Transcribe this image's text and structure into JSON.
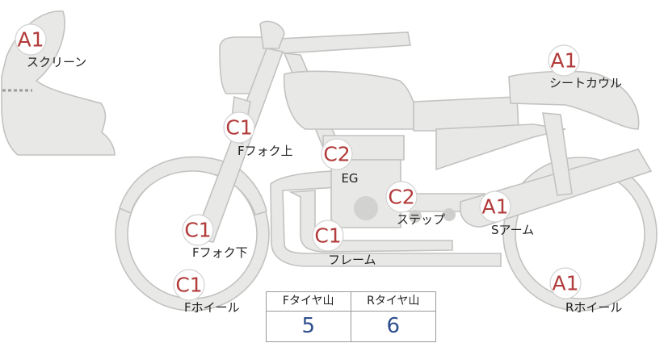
{
  "parts": [
    {
      "id": "screen",
      "grade": "A1",
      "label": "スクリーン"
    },
    {
      "id": "seat-cowl",
      "grade": "A1",
      "label": "シートカウル"
    },
    {
      "id": "fork-upper",
      "grade": "C1",
      "label": "Fフォク上"
    },
    {
      "id": "engine",
      "grade": "C2",
      "label": "EG"
    },
    {
      "id": "step",
      "grade": "C2",
      "label": "ステップ"
    },
    {
      "id": "swingarm",
      "grade": "A1",
      "label": "Sアーム"
    },
    {
      "id": "fork-lower",
      "grade": "C1",
      "label": "Fフォク下"
    },
    {
      "id": "frame",
      "grade": "C1",
      "label": "フレーム"
    },
    {
      "id": "front-wheel",
      "grade": "C1",
      "label": "Fホイール"
    },
    {
      "id": "rear-wheel",
      "grade": "A1",
      "label": "Rホイール"
    }
  ],
  "tread": {
    "front_label": "Fタイヤ山",
    "rear_label": "Rタイヤ山",
    "front_value": "5",
    "rear_value": "6"
  },
  "colors": {
    "grade": "#b23b3b",
    "tread_value": "#2e4e8e",
    "part_fill": "#e8e8e6"
  }
}
